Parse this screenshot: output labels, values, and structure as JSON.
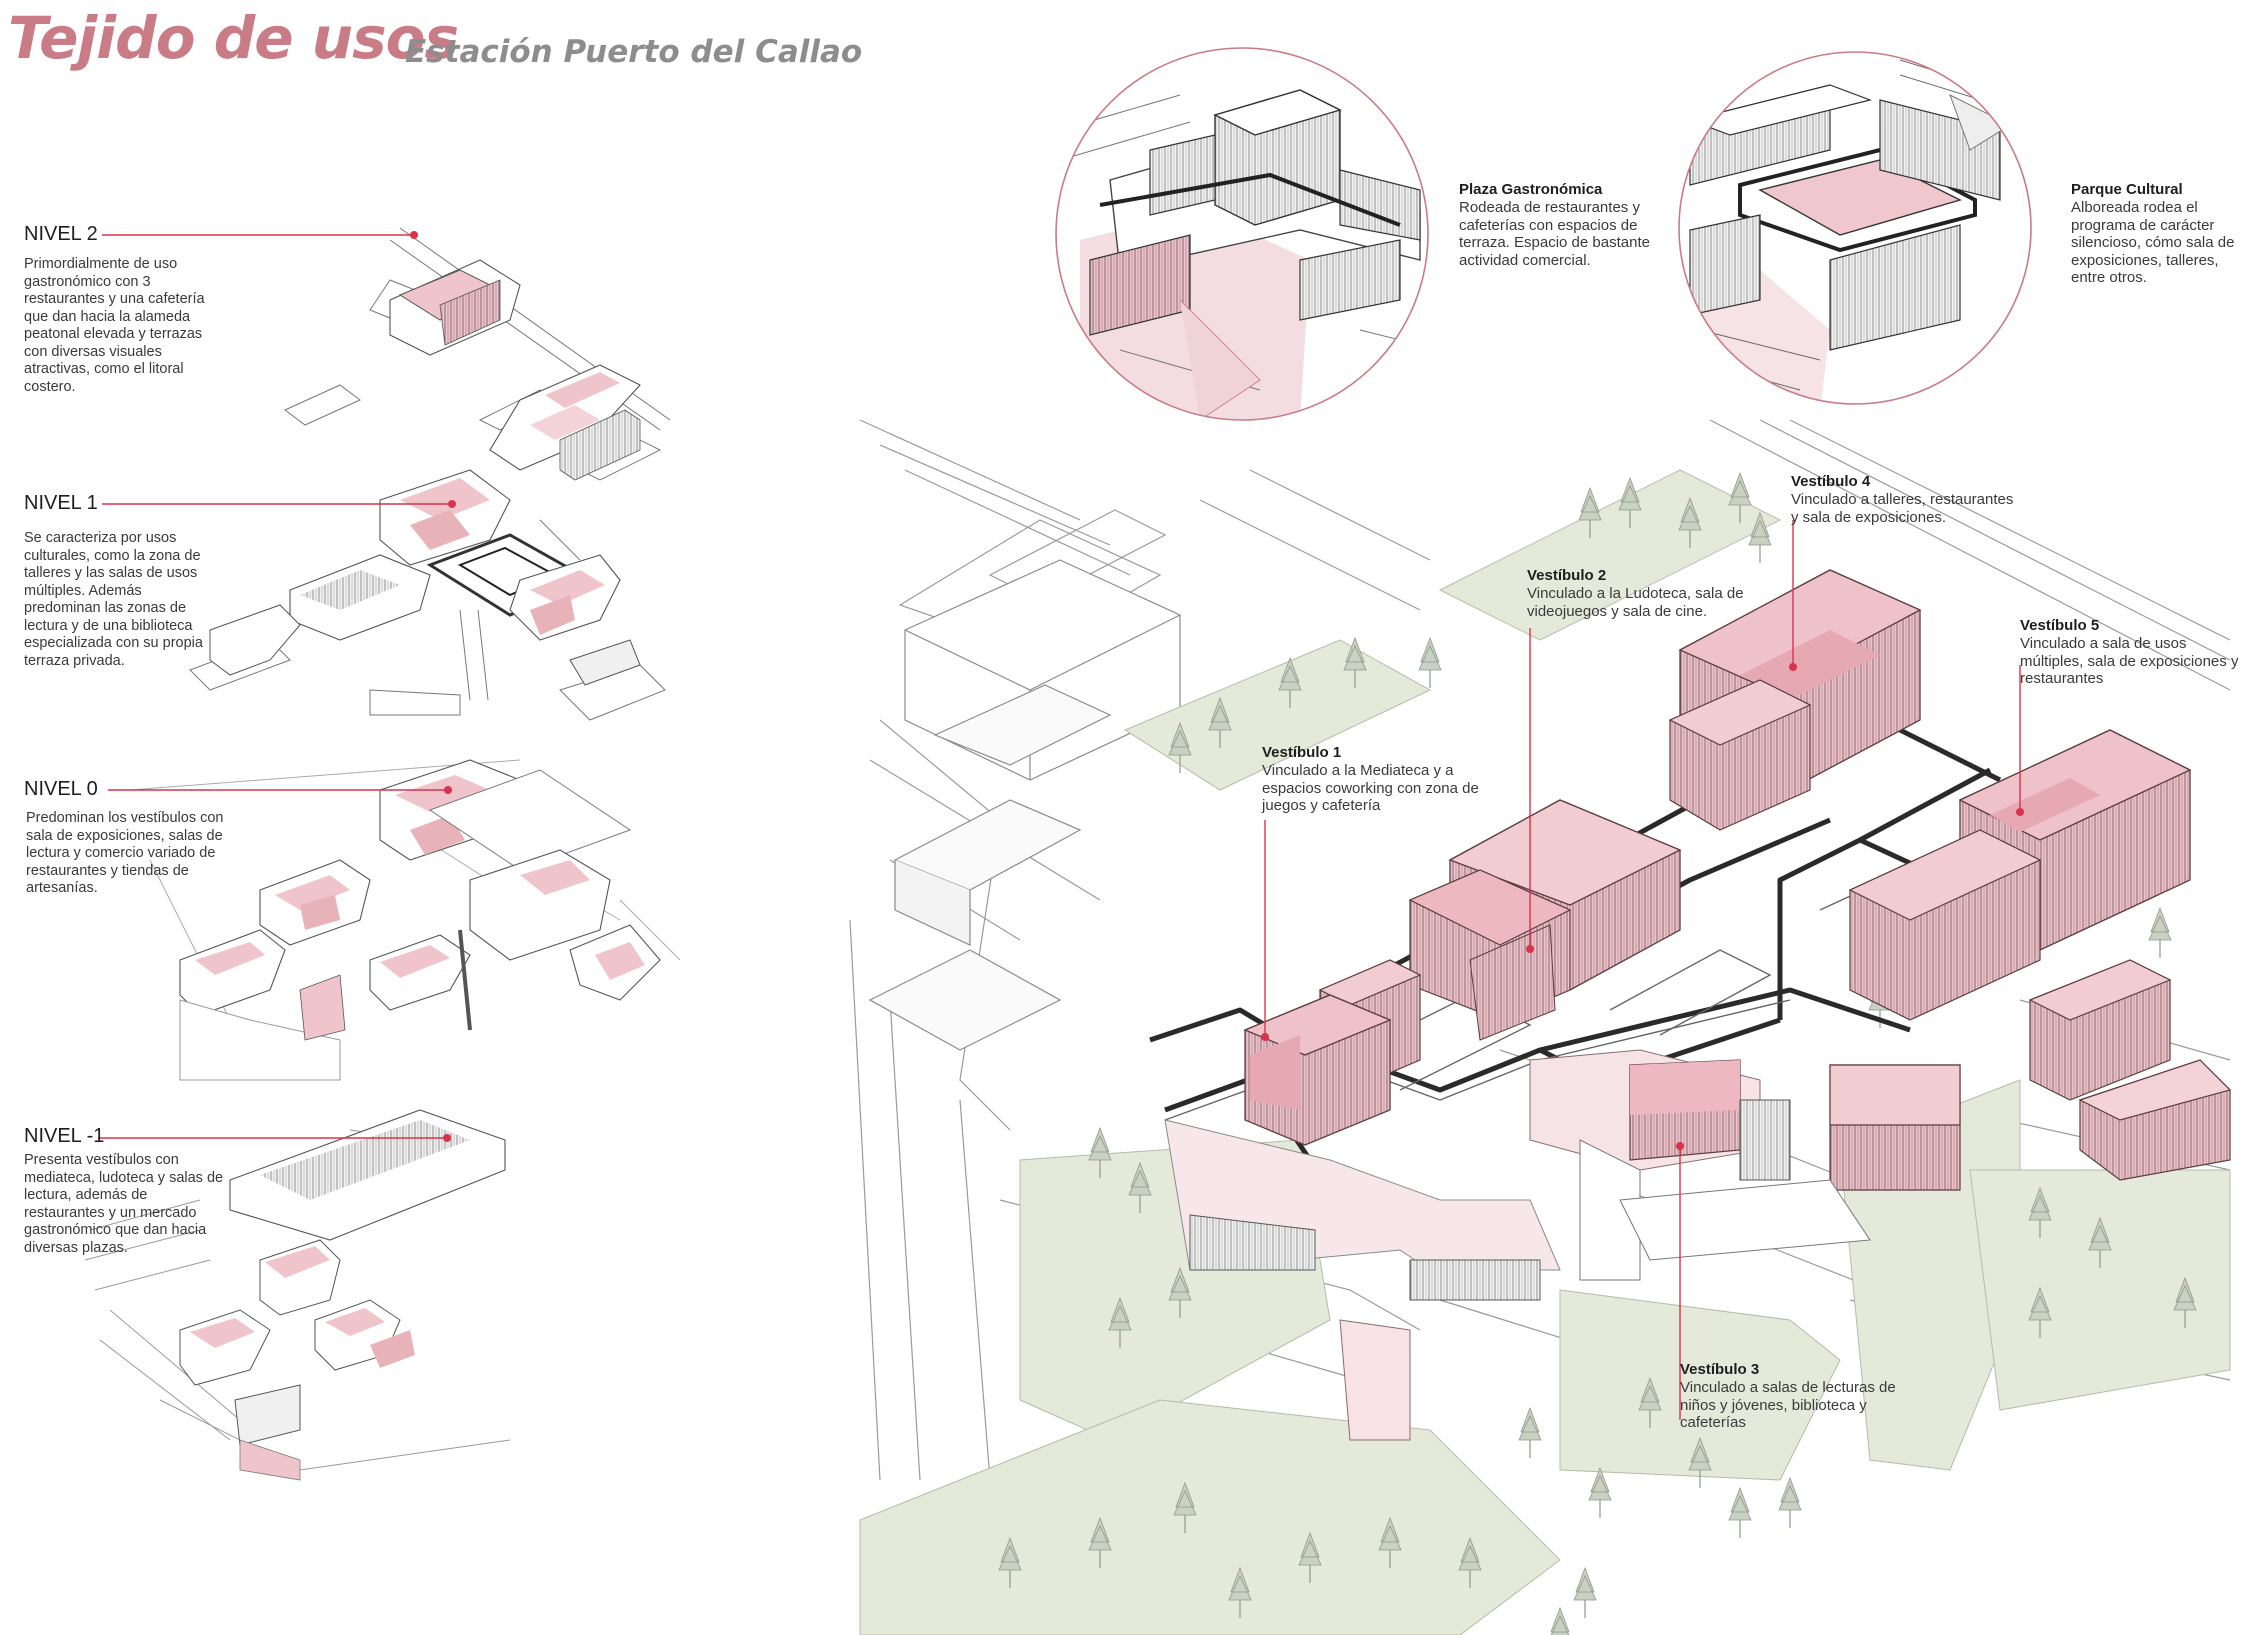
{
  "header": {
    "title": "Tejido de usos",
    "subtitle": "Estación Puerto del Callao"
  },
  "colors": {
    "accent": "#c97b86",
    "marker": "#d8334a",
    "pink_fill": "#efc7cc",
    "green_fill": "#e4e8d9",
    "line": "#555555"
  },
  "levels": [
    {
      "title": "NIVEL 2",
      "description": "Primordialmente de uso\ngastronómico con 3\nrestaurantes y una cafetería\nque dan hacia la alameda\npeatonal elevada y terrazas\ncon diversas visuales\natractivas, como el litoral\ncostero."
    },
    {
      "title": "NIVEL 1",
      "description": "Se  caracteriza por usos\nculturales, como la zona de\ntalleres y las salas de usos\nmúltiples. Además\npredominan las zonas de\nlectura y de una biblioteca\nespecializada con su propia\nterraza privada."
    },
    {
      "title": "NIVEL 0",
      "description": "Predominan los vestíbulos con\nsala de exposiciones, salas de\nlectura y comercio variado de\nrestaurantes y tiendas de\nartesanías."
    },
    {
      "title": "NIVEL -1",
      "description": "Presenta vestíbulos con\nmediateca, ludoteca y salas de\nlectura, además de\nrestaurantes y un mercado\ngastronómico que dan hacia\ndiversas plazas."
    }
  ],
  "details": [
    {
      "title": "Plaza Gastronómica",
      "description": "Rodeada de restaurantes y\ncafeterías con espacios de\nterraza. Espacio de bastante\nactividad comercial."
    },
    {
      "title": "Parque Cultural",
      "description": "Alboreada rodea el\nprograma de carácter\nsilencioso, cómo sala de\nexposiciones, talleres,\nentre otros."
    }
  ],
  "vestibules": [
    {
      "title": "Vestíbulo 1",
      "description": "Vinculado a la Mediateca y a\nespacios coworking con zona de\njuegos y cafetería"
    },
    {
      "title": "Vestíbulo 2",
      "description": "Vinculado a la Ludoteca, sala de\nvideojuegos y sala de cine."
    },
    {
      "title": "Vestíbulo 3",
      "description": "Vinculado a salas de lecturas de\nniños y jóvenes, biblioteca y\ncafeterías"
    },
    {
      "title": "Vestíbulo 4",
      "description": "Vinculado a talleres, restaurantes\ny sala de exposiciones."
    },
    {
      "title": "Vestíbulo 5",
      "description": "Vinculado a sala de usos\nmúltiples, sala de exposiciones y\nrestaurantes"
    }
  ]
}
